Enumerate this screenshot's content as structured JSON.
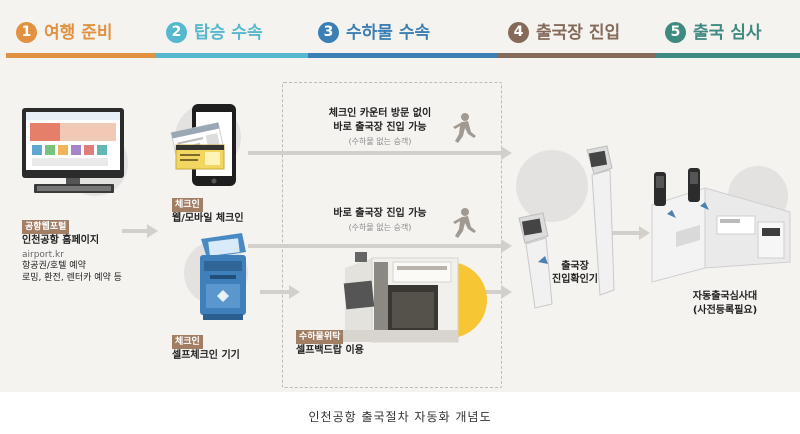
{
  "steps": [
    {
      "num": "1",
      "label": "여행 준비",
      "color": "#e1913f"
    },
    {
      "num": "2",
      "label": "탑승 수속",
      "color": "#56b8cf"
    },
    {
      "num": "3",
      "label": "수하물 수속",
      "color": "#3b7fb4"
    },
    {
      "num": "4",
      "label": "출국장 진입",
      "color": "#856a5a"
    },
    {
      "num": "5",
      "label": "출국 심사",
      "color": "#3f8a80"
    }
  ],
  "portal": {
    "badge": "공항웹포털",
    "title": "인천공항 홈페이지",
    "url": "airport.kr",
    "line1": "항공권/호텔 예약",
    "line2": "로밍, 환전, 렌터카 예약 등"
  },
  "web_checkin": {
    "badge": "체크인",
    "label": "웹/모바일 체크인"
  },
  "self_checkin": {
    "badge": "체크인",
    "label": "셀프체크인 기기"
  },
  "bag_drop": {
    "badge": "수하물위탁",
    "label": "셀프백드랍 이용"
  },
  "route_top": {
    "line1": "체크인 카운터 방문 없이",
    "line2": "바로 출국장 진입 가능",
    "note": "(수하물 없는 승객)"
  },
  "route_mid": {
    "line1": "바로 출국장 진입 가능",
    "note": "(수하물 없는 승객)"
  },
  "entry": {
    "line1": "출국장",
    "line2": "진입확인기"
  },
  "auto_gate": {
    "line1": "자동출국심사대",
    "line2": "(사전등록필요)"
  },
  "caption": "인천공항 출국절차 자동화 개념도"
}
